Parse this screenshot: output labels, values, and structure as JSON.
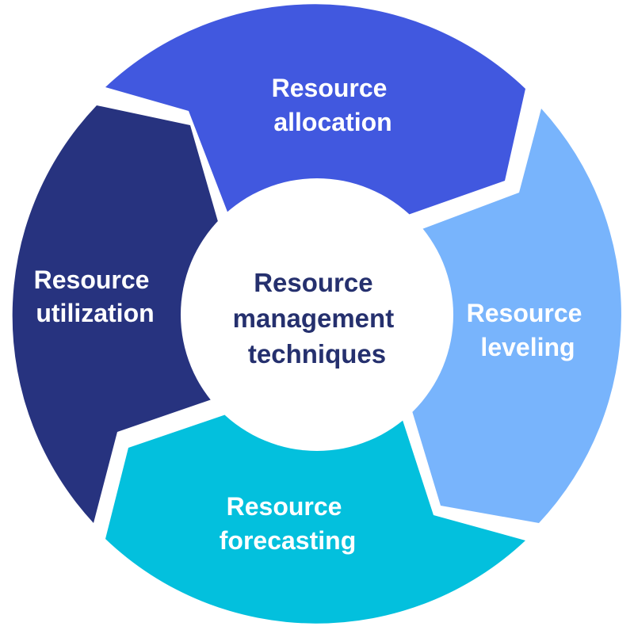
{
  "diagram": {
    "center": {
      "lines": [
        "Resource",
        "management",
        "techniques"
      ],
      "color": "#25306e"
    },
    "segments": [
      {
        "id": "allocation",
        "lines": [
          "Resource",
          "allocation"
        ],
        "color": "#4158df"
      },
      {
        "id": "leveling",
        "lines": [
          "Resource",
          "leveling"
        ],
        "color": "#78b4fc"
      },
      {
        "id": "forecasting",
        "lines": [
          "Resource",
          "forecasting"
        ],
        "color": "#03c0dd"
      },
      {
        "id": "utilization",
        "lines": [
          "Resource",
          "utilization"
        ],
        "color": "#27337f"
      }
    ]
  }
}
